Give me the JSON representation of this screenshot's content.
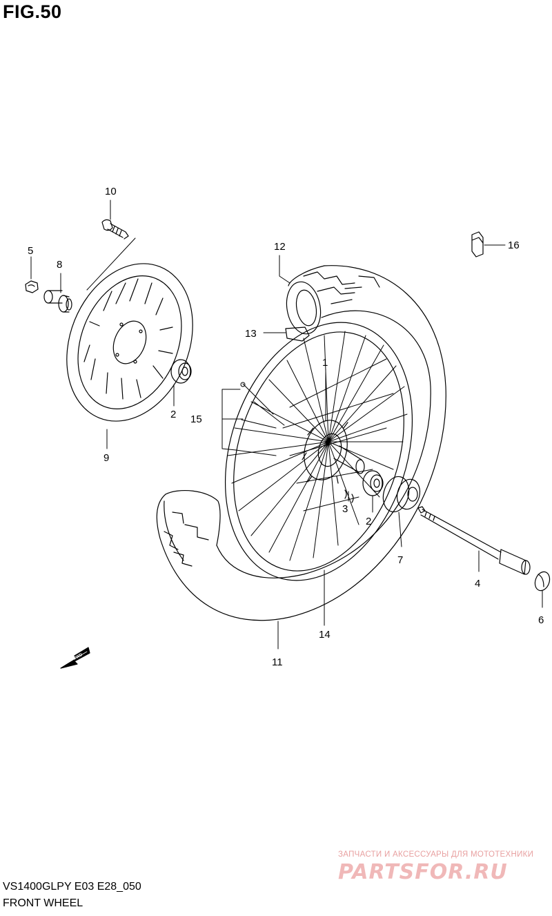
{
  "figure": {
    "title": "FIG.50"
  },
  "footer": {
    "model": "VS1400GLPY E03 E28_050",
    "section": "FRONT WHEEL"
  },
  "watermark": {
    "tagline": "ЗАПЧАСТИ И АКСЕССУАРЫ ДЛЯ МОТОТЕХНИКИ",
    "brand": "PARTSFOR.RU"
  },
  "direction_label": "FWD",
  "callouts": [
    "10",
    "5",
    "8",
    "2",
    "9",
    "12",
    "13",
    "1",
    "15",
    "16",
    "3",
    "2",
    "7",
    "4",
    "6",
    "14",
    "11"
  ]
}
